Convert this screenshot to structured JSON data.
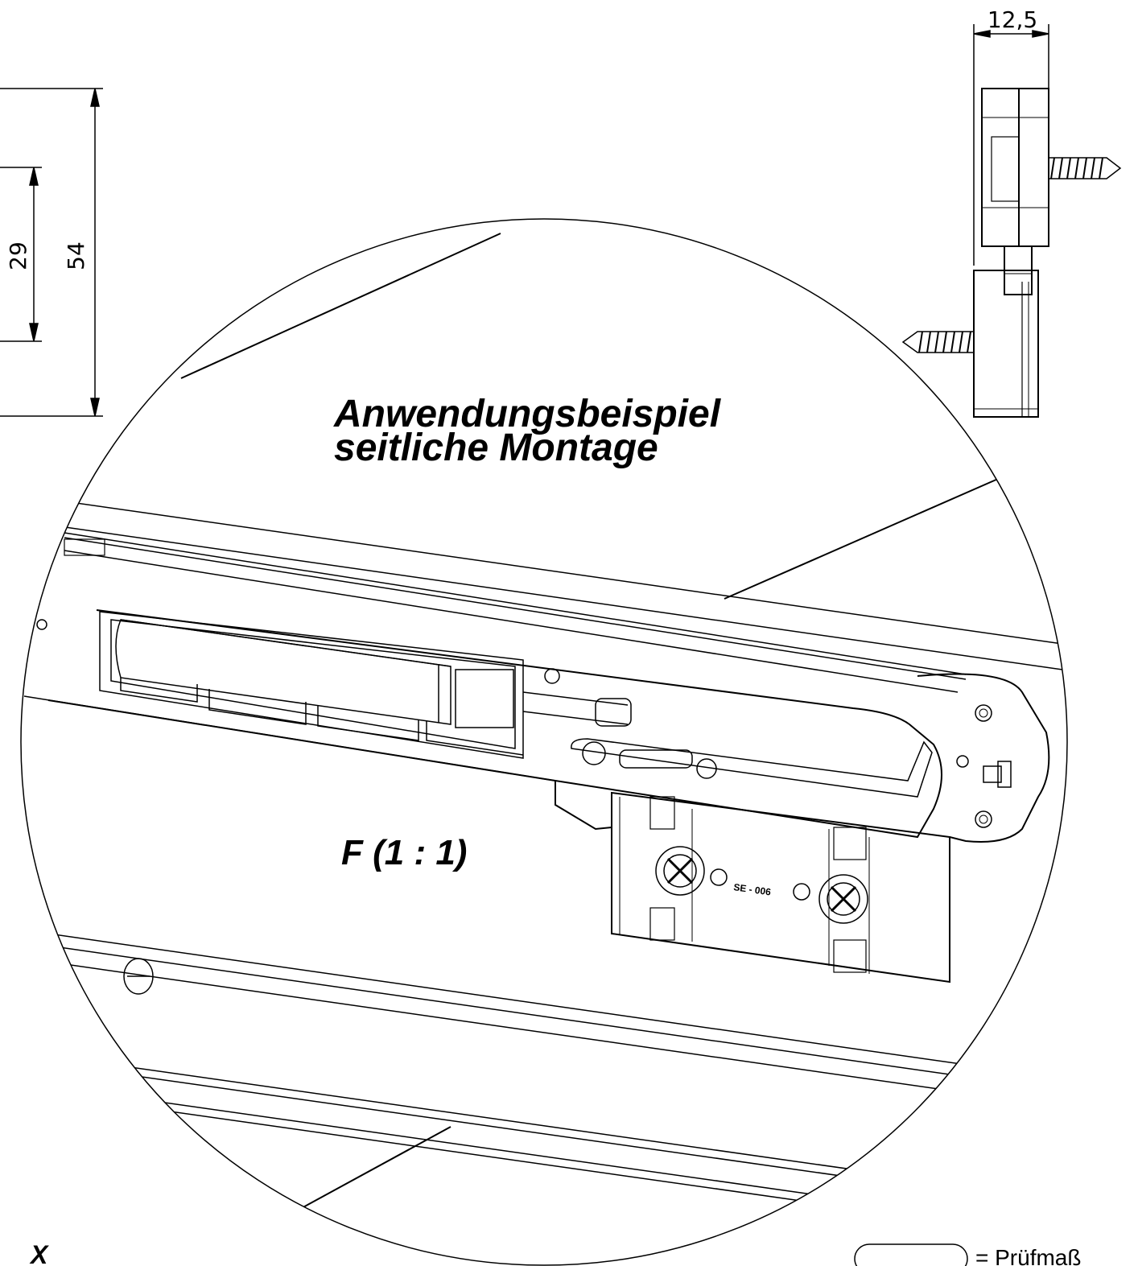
{
  "dimensions": {
    "width_top": "12,5",
    "height_inner": "29",
    "height_outer": "54"
  },
  "detail": {
    "title_line1": "Anwendungsbeispiel",
    "title_line2": "seitliche Montage",
    "scale_label": "F (1 : 1)",
    "part_label": "SE - 006"
  },
  "corner_label": "X",
  "legend": {
    "text": "= Prüfmaß"
  }
}
